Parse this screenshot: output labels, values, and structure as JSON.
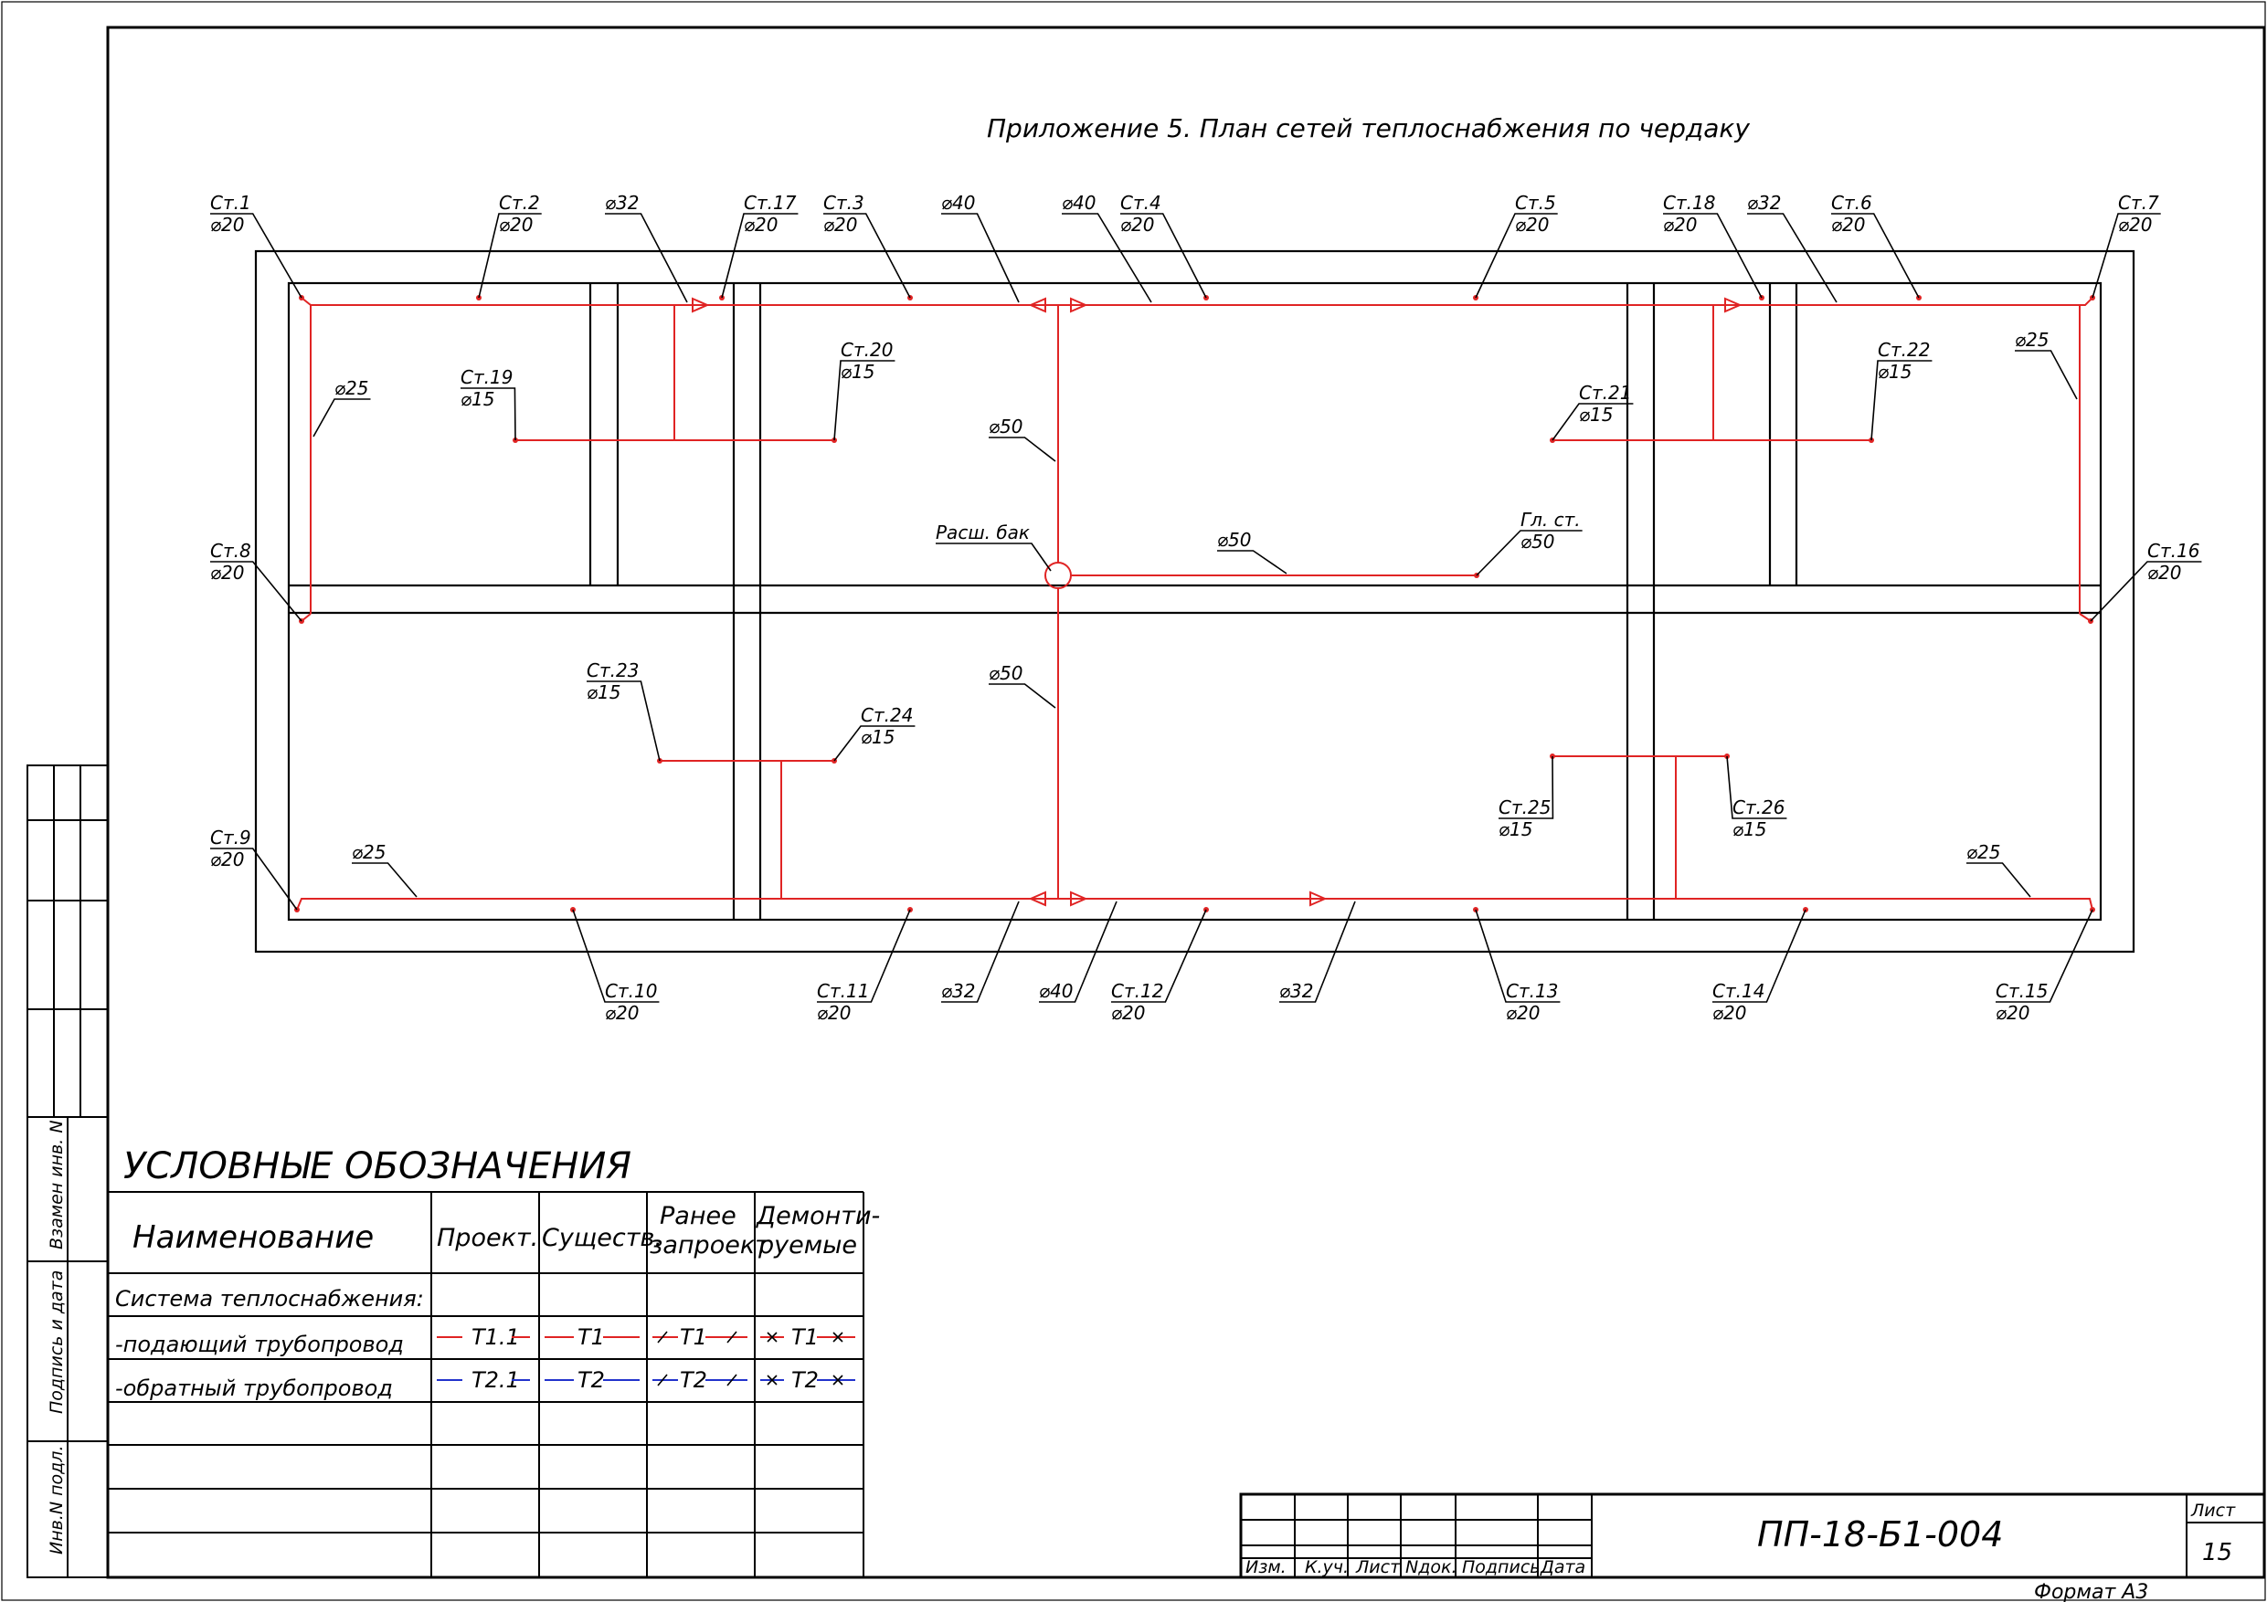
{
  "title": "Приложение 5. План сетей теплоснабжения по чердаку",
  "risers": [
    {
      "id": "st1",
      "name": "Ст.1",
      "dia": "⌀20"
    },
    {
      "id": "st2",
      "name": "Ст.2",
      "dia": "⌀20"
    },
    {
      "id": "st17",
      "name": "Ст.17",
      "dia": "⌀20"
    },
    {
      "id": "st3",
      "name": "Ст.3",
      "dia": "⌀20"
    },
    {
      "id": "st4",
      "name": "Ст.4",
      "dia": "⌀20"
    },
    {
      "id": "st5",
      "name": "Ст.5",
      "dia": "⌀20"
    },
    {
      "id": "st18",
      "name": "Ст.18",
      "dia": "⌀20"
    },
    {
      "id": "st6",
      "name": "Ст.6",
      "dia": "⌀20"
    },
    {
      "id": "st7",
      "name": "Ст.7",
      "dia": "⌀20"
    },
    {
      "id": "st19",
      "name": "Ст.19",
      "dia": "⌀15"
    },
    {
      "id": "st20",
      "name": "Ст.20",
      "dia": "⌀15"
    },
    {
      "id": "st21",
      "name": "Ст.21",
      "dia": "⌀15"
    },
    {
      "id": "st22",
      "name": "Ст.22",
      "dia": "⌀15"
    },
    {
      "id": "st8",
      "name": "Ст.8",
      "dia": "⌀20"
    },
    {
      "id": "st16",
      "name": "Ст.16",
      "dia": "⌀20"
    },
    {
      "id": "st23",
      "name": "Ст.23",
      "dia": "⌀15"
    },
    {
      "id": "st24",
      "name": "Ст.24",
      "dia": "⌀15"
    },
    {
      "id": "st25",
      "name": "Ст.25",
      "dia": "⌀15"
    },
    {
      "id": "st26",
      "name": "Ст.26",
      "dia": "⌀15"
    },
    {
      "id": "st9",
      "name": "Ст.9",
      "dia": "⌀20"
    },
    {
      "id": "st10",
      "name": "Ст.10",
      "dia": "⌀20"
    },
    {
      "id": "st11",
      "name": "Ст.11",
      "dia": "⌀20"
    },
    {
      "id": "st12",
      "name": "Ст.12",
      "dia": "⌀20"
    },
    {
      "id": "st13",
      "name": "Ст.13",
      "dia": "⌀20"
    },
    {
      "id": "st14",
      "name": "Ст.14",
      "dia": "⌀20"
    },
    {
      "id": "st15",
      "name": "Ст.15",
      "dia": "⌀20"
    }
  ],
  "pipe_labels": [
    {
      "id": "p32a",
      "text": "⌀32"
    },
    {
      "id": "p40a",
      "text": "⌀40"
    },
    {
      "id": "p40b",
      "text": "⌀40"
    },
    {
      "id": "p32b",
      "text": "⌀32"
    },
    {
      "id": "p25a",
      "text": "⌀25"
    },
    {
      "id": "p25b",
      "text": "⌀25"
    },
    {
      "id": "p50a",
      "text": "⌀50"
    },
    {
      "id": "p50b",
      "text": "⌀50"
    },
    {
      "id": "p50c",
      "text": "⌀50"
    },
    {
      "id": "p25c",
      "text": "⌀25"
    },
    {
      "id": "p25d",
      "text": "⌀25"
    },
    {
      "id": "p32c",
      "text": "⌀32"
    },
    {
      "id": "p40c",
      "text": "⌀40"
    },
    {
      "id": "p32d",
      "text": "⌀32"
    }
  ],
  "tank_label": "Расш. бак",
  "main_riser": {
    "name": "Гл. ст.",
    "dia": "⌀50"
  },
  "legend": {
    "heading": "УСЛОВНЫЕ ОБОЗНАЧЕНИЯ",
    "col_name": "Наименование",
    "col_project": "Проект.",
    "col_existing": "Существ.",
    "col_prev": [
      "Ранее",
      "запроект"
    ],
    "col_dismantle": [
      "Демонти-",
      "руемые"
    ],
    "system": "Система теплоснабжения:",
    "supply": "-подающий трубопровод",
    "return": "-обратный трубопровод",
    "supply_codes": [
      "T1.1",
      "T1",
      "T1",
      "T1"
    ],
    "return_codes": [
      "T2.1",
      "T2",
      "T2",
      "T2"
    ],
    "supply_color": "#e02424",
    "return_color": "#2233cc"
  },
  "side_stamp": [
    "Взамен инв. N",
    "Подпись и дата",
    "Инв.N подл."
  ],
  "title_block": {
    "cols": [
      "Изм.",
      "К.уч.",
      "Лист",
      "Nдок.",
      "Подпись",
      "Дата"
    ],
    "code": "ПП-18-Б1-004",
    "sheet_label": "Лист",
    "sheet_no": "15",
    "format": "Формат А3"
  }
}
